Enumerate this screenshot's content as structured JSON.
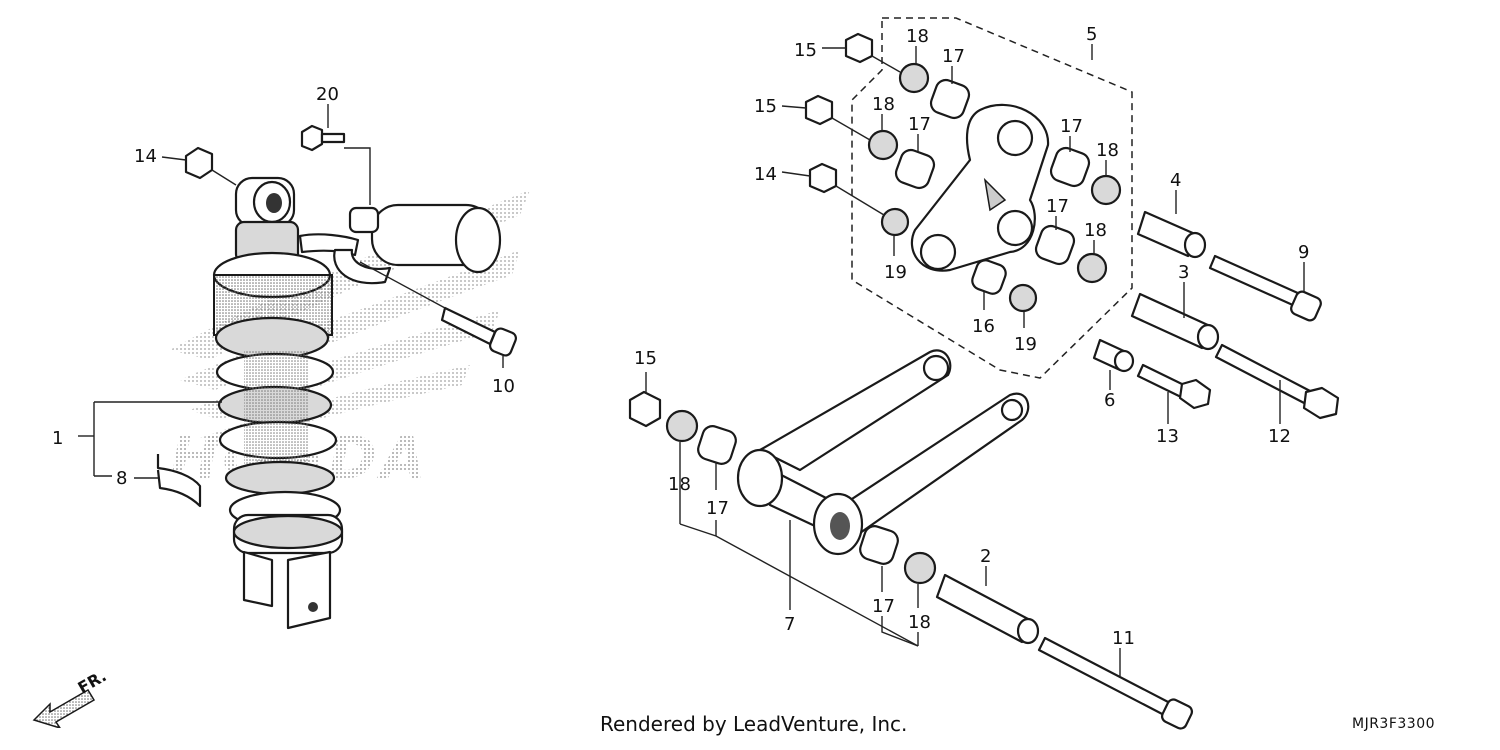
{
  "diagram": {
    "footer_text": "Rendered by LeadVenture, Inc.",
    "diagram_code": "MJR3F3300",
    "direction_label": "FR.",
    "watermark_text": "HONDA",
    "callouts": {
      "c1": "1",
      "c2": "2",
      "c3": "3",
      "c4": "4",
      "c5": "5",
      "c6": "6",
      "c7": "7",
      "c8": "8",
      "c9": "9",
      "c10": "10",
      "c11": "11",
      "c12": "12",
      "c13": "13",
      "c14a": "14",
      "c14b": "14",
      "c15a": "15",
      "c15b": "15",
      "c15c": "15",
      "c16": "16",
      "c17a": "17",
      "c17b": "17",
      "c17c": "17",
      "c17d": "17",
      "c17e": "17",
      "c17f": "17",
      "c18a": "18",
      "c18b": "18",
      "c18c": "18",
      "c18d": "18",
      "c18e": "18",
      "c18f": "18",
      "c19a": "19",
      "c19b": "19",
      "c20": "20"
    }
  }
}
